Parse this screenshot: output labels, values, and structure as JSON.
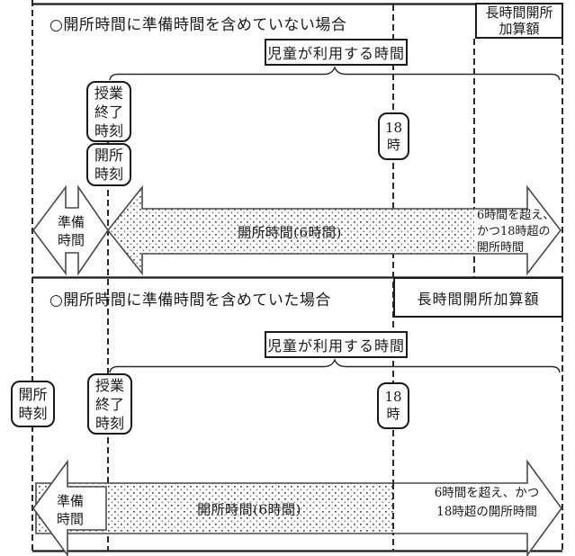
{
  "figure": {
    "colors": {
      "ink": "#1a1a1a",
      "dashed_line": "#2a2a2a",
      "arrow_outline": "#4a4a4a",
      "dot_fill": "#555555",
      "background": "#ffffff"
    },
    "top_section": {
      "heading": "○開所時間に準備時間を含めていない場合",
      "addition_box": {
        "lines": [
          "長時間開所",
          "加算額"
        ]
      },
      "usage_box_label": "児童が利用する時間",
      "class_end_box": {
        "lines": [
          "授業",
          "終了",
          "時刻"
        ]
      },
      "opening_time_box": {
        "lines": [
          "開所",
          "時刻"
        ]
      },
      "time18_box": {
        "lines": [
          "18",
          "時"
        ]
      },
      "prep_arrow_label": {
        "lines": [
          "準備",
          "時間"
        ]
      },
      "opening_arrow_label": "開所時間(6時間)",
      "overtime_label": {
        "lines": [
          "6時間を超え、",
          "かつ18時超の",
          "開所時間"
        ]
      }
    },
    "bottom_section": {
      "heading": "○開所時間に準備時間を含めていた場合",
      "addition_box_label": "長時間開所加算額",
      "usage_box_label": "児童が利用する時間",
      "opening_time_box": {
        "lines": [
          "開所",
          "時刻"
        ]
      },
      "class_end_box": {
        "lines": [
          "授業",
          "終了",
          "時刻"
        ]
      },
      "time18_box": {
        "lines": [
          "18",
          "時"
        ]
      },
      "prep_arrow_label": {
        "lines": [
          "準備",
          "時間"
        ]
      },
      "opening_arrow_label": "開所時間(6時間)",
      "overtime_label": {
        "lines": [
          "6時間を超え、かつ",
          "18時超の開所時間"
        ]
      }
    }
  }
}
